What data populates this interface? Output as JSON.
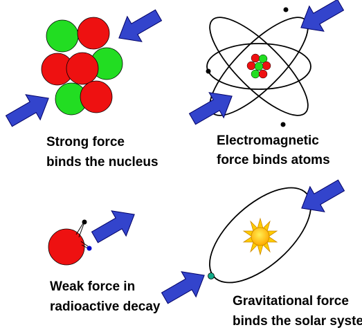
{
  "colors": {
    "red": "#ee1111",
    "green": "#22dd22",
    "arrow_fill": "#3344cc",
    "arrow_stroke": "#000066",
    "orbit": "#000000",
    "sun": "#ffcc00",
    "sun_rim": "#cc8800",
    "planet": "#11aa88",
    "electron_dark": "#000000",
    "electron_blue": "#0000cc"
  },
  "panels": {
    "strong": {
      "caption_line1": "Strong force",
      "caption_line2": "binds the nucleus"
    },
    "electromagnetic": {
      "caption_line1": "Electromagnetic",
      "caption_line2": "force binds atoms"
    },
    "weak": {
      "caption_line1": "Weak force in",
      "caption_line2": "radioactive decay"
    },
    "gravitational": {
      "caption_line1": "Gravitational force",
      "caption_line2": "binds the solar system"
    }
  }
}
